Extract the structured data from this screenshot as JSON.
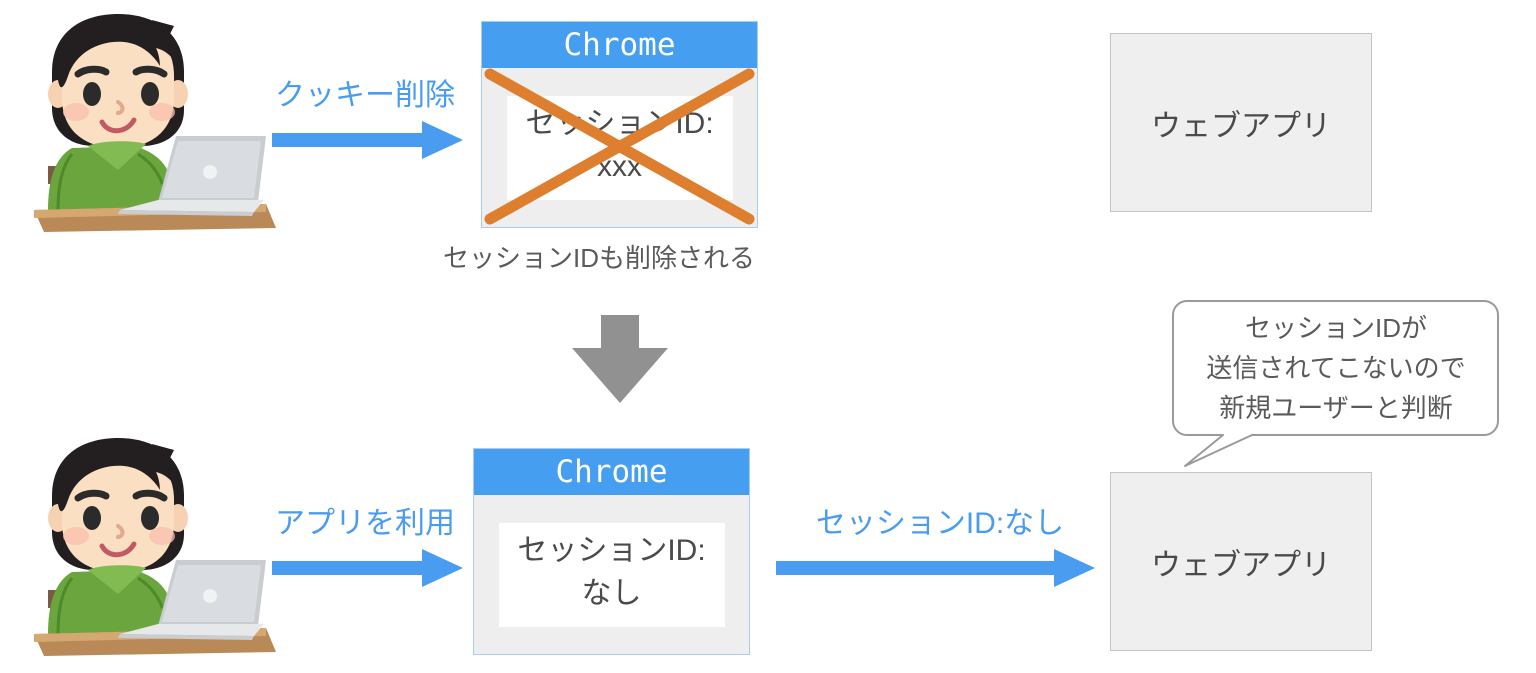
{
  "colors": {
    "accent_blue": "#459ef0",
    "arrow_blue": "#4a9cf0",
    "cross_orange": "#dd7f2e",
    "down_arrow_gray": "#919191",
    "text_gray": "#4a4a4a",
    "webapp_fill": "#efefef",
    "chrome_body_fill": "#eeeeee"
  },
  "row_top": {
    "person_alt": "person-using-laptop",
    "arrow_label": "クッキー削除",
    "chrome": {
      "title": "Chrome",
      "session_line1": "セッションID:",
      "session_line2": "xxx",
      "struck_out": true
    },
    "caption": "セッションIDも削除される",
    "webapp_label": "ウェブアプリ"
  },
  "transition": {
    "icon": "down-arrow-icon"
  },
  "row_bottom": {
    "person_alt": "person-using-laptop",
    "arrow_label_left": "アプリを利用",
    "chrome": {
      "title": "Chrome",
      "session_line1": "セッションID:",
      "session_line2": "なし",
      "struck_out": false
    },
    "arrow_label_right": "セッションID:なし",
    "webapp_label": "ウェブアプリ"
  },
  "callout": {
    "line1": "セッションIDが",
    "line2": "送信されてこないので",
    "line3": "新規ユーザーと判断"
  }
}
